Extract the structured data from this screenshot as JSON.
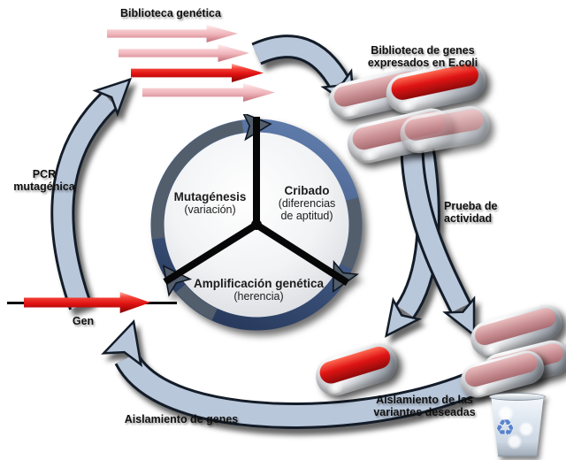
{
  "background_color": "#ffffff",
  "palette": {
    "cycle_arrow_blue": "#b9c7da",
    "arrow_outline": "#131c28",
    "ring_navy": "#3c5480",
    "inner_arrow_gray": "#525e6b",
    "gene_red": "#e31414",
    "library_pink": "#f2c3c8",
    "capsule_pink": "#c58e92",
    "capsule_red": "#d31111",
    "recycle_blue": "#4272c8",
    "label_black": "#101010"
  },
  "wheel": {
    "segments": [
      {
        "name": "Mutagénesis",
        "sub": "(variación)"
      },
      {
        "name": "Cribado",
        "sub1": "(diferencias",
        "sub2": "de aptitud)"
      },
      {
        "name": "Amplificación genética",
        "sub": "(herencia)"
      }
    ]
  },
  "labels": {
    "genetic_library": "Biblioteca genética",
    "pcr_line1": "PCR",
    "pcr_line2": "mutagénica",
    "gene": "Gen",
    "gene_isolation": "Aislamiento de genes",
    "expressed_library_line1": "Biblioteca de genes",
    "expressed_library_line2": "expresados en E.coli",
    "activity_test_line1": "Prueba de",
    "activity_test_line2": "actividad",
    "variant_isolation_line1": "Aislamiento de las",
    "variant_isolation_line2": "variantes deseadas"
  },
  "icons": {
    "recycle_bin_glyph": "♻"
  }
}
